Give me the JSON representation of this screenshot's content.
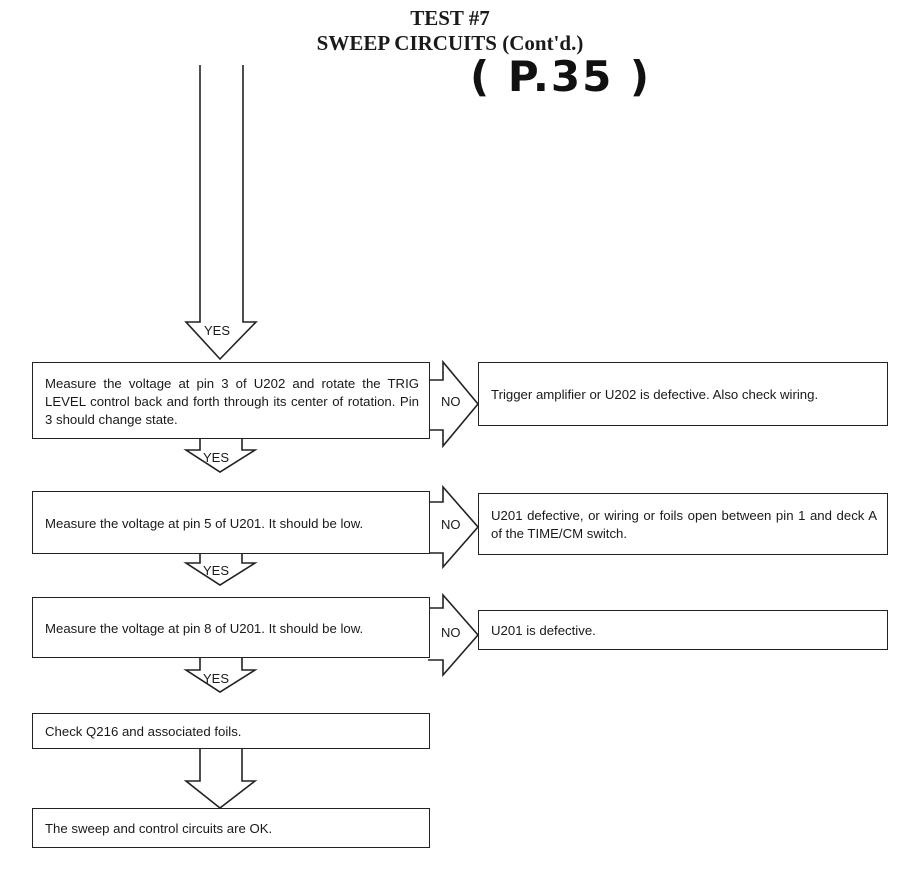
{
  "title": {
    "line1": "TEST #7",
    "line2": "SWEEP CIRCUITS (Cont'd.)"
  },
  "handwritten_note": "( P.35 )",
  "steps": [
    {
      "text": "Measure the voltage at pin 3 of U202 and rotate the TRIG LEVEL control back and forth through its center of rotation. Pin 3 should change state."
    },
    {
      "text": "Measure the voltage at pin 5 of U201. It should be low."
    },
    {
      "text": "Measure the voltage at pin 8 of U201. It should be low."
    },
    {
      "text": "Check Q216 and associated foils."
    },
    {
      "text": "The sweep and control circuits are OK."
    }
  ],
  "failures": [
    {
      "text": "Trigger amplifier or U202 is defective. Also check wiring."
    },
    {
      "text": "U201 defective, or wiring or foils open between pin 1 and deck A of the TIME/CM switch."
    },
    {
      "text": "U201 is defective."
    }
  ],
  "labels": {
    "yes": "YES",
    "no": "NO"
  }
}
